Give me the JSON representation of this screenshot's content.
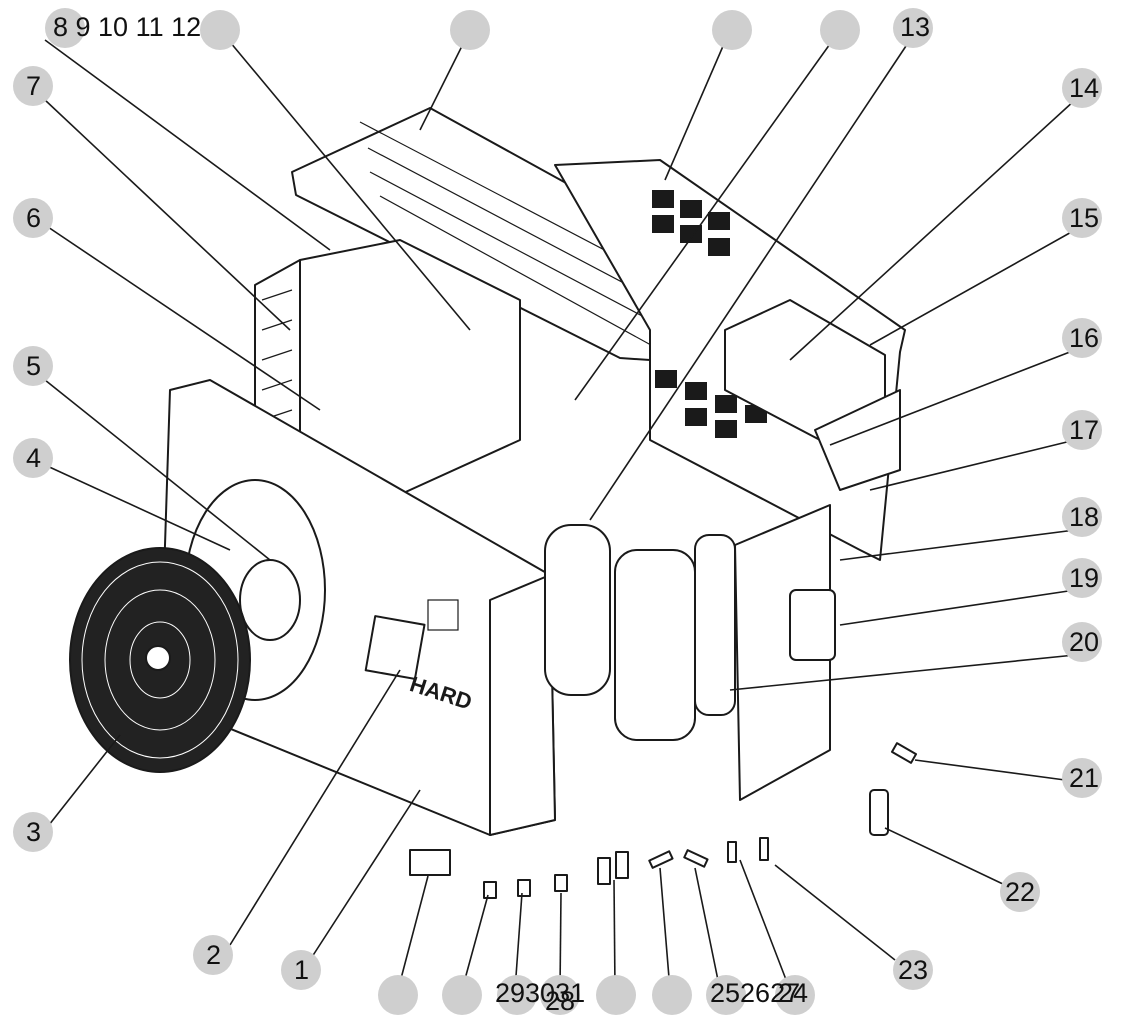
{
  "callouts": [
    {
      "id": "c1",
      "label": "1"
    },
    {
      "id": "c2",
      "label": "2"
    },
    {
      "id": "c3",
      "label": "3"
    },
    {
      "id": "c4",
      "label": "4"
    },
    {
      "id": "c5",
      "label": "5"
    },
    {
      "id": "c6",
      "label": "6"
    },
    {
      "id": "c7",
      "label": "7"
    },
    {
      "id": "c8_12",
      "label": "8 9 10 11 12"
    },
    {
      "id": "c13",
      "label": "13"
    },
    {
      "id": "c14",
      "label": "14"
    },
    {
      "id": "c15",
      "label": "15"
    },
    {
      "id": "c16",
      "label": "16"
    },
    {
      "id": "c17",
      "label": "17"
    },
    {
      "id": "c18",
      "label": "18"
    },
    {
      "id": "c19",
      "label": "19"
    },
    {
      "id": "c20",
      "label": "20"
    },
    {
      "id": "c21",
      "label": "21"
    },
    {
      "id": "c22",
      "label": "22"
    },
    {
      "id": "c23",
      "label": "23"
    },
    {
      "id": "c25_27",
      "label": "252627"
    },
    {
      "id": "c24",
      "label": "24"
    },
    {
      "id": "c29_31",
      "label": "293031"
    },
    {
      "id": "c28",
      "label": "28"
    }
  ],
  "logo_text": "HARD",
  "colors": {
    "badge": "#cfcfcf",
    "line": "#1a1a1a",
    "background": "#ffffff"
  }
}
